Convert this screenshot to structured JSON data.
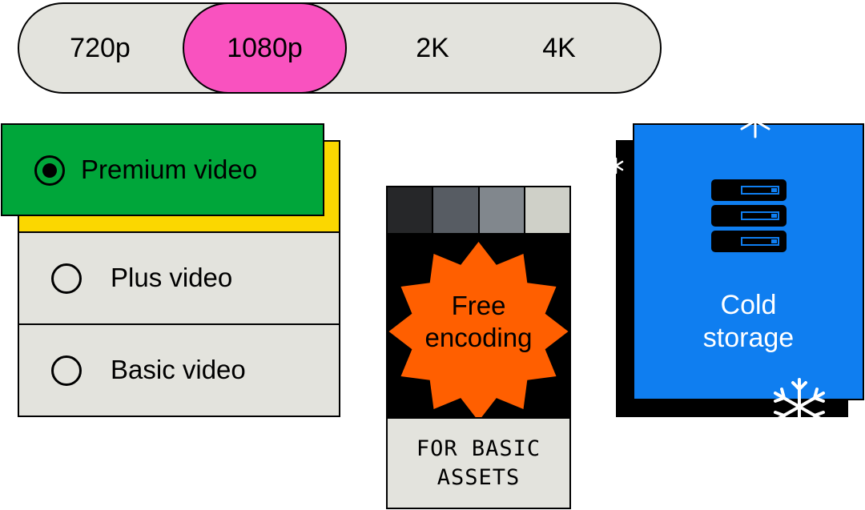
{
  "resolution": {
    "options": [
      "720p",
      "1080p",
      "2K",
      "4K"
    ],
    "selected": "1080p"
  },
  "tiers": {
    "items": [
      "Premium video",
      "Plus video",
      "Basic video"
    ],
    "selected": "Premium video"
  },
  "encoding": {
    "badge_line1": "Free",
    "badge_line2": "encoding",
    "footer_line1": "FOR BASIC",
    "footer_line2": "ASSETS",
    "swatch_colors": [
      "#262729",
      "#575c63",
      "#81878d",
      "#cfd0c8"
    ]
  },
  "storage": {
    "line1": "Cold",
    "line2": "storage",
    "icon": "server-icon",
    "decoration_icon": "snowflake-icon"
  },
  "colors": {
    "pill_bg": "#e3e3dd",
    "active_pill": "#f952bf",
    "premium_green": "#00a63a",
    "highlight_yellow": "#fbd700",
    "badge_orange": "#ff5f00",
    "storage_blue": "#0f7ef0"
  }
}
